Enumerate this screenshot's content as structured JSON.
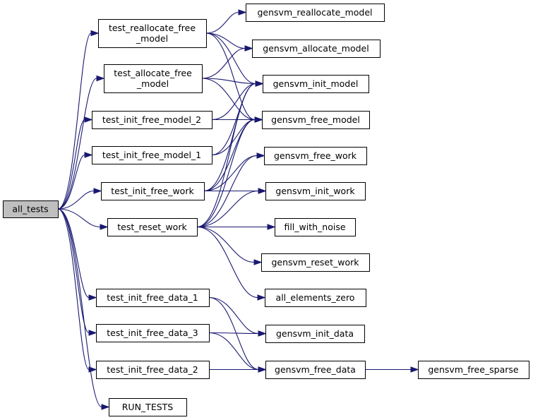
{
  "graph": {
    "colors": {
      "edge": "#191970",
      "root_fill": "#bfbfbf",
      "node_fill": "#ffffff",
      "node_stroke": "#000000"
    },
    "nodes": {
      "all_tests": [
        "all_tests"
      ],
      "t_realloc": [
        "test_reallocate_free",
        "_model"
      ],
      "t_alloc": [
        "test_allocate_free",
        "_model"
      ],
      "t_init2": [
        "test_init_free_model_2"
      ],
      "t_init1": [
        "test_init_free_model_1"
      ],
      "t_work": [
        "test_init_free_work"
      ],
      "t_reset": [
        "test_reset_work"
      ],
      "t_data1": [
        "test_init_free_data_1"
      ],
      "t_data3": [
        "test_init_free_data_3"
      ],
      "t_data2": [
        "test_init_free_data_2"
      ],
      "run_tests": [
        "RUN_TESTS"
      ],
      "g_realloc": [
        "gensvm_reallocate_model"
      ],
      "g_alloc": [
        "gensvm_allocate_model"
      ],
      "g_init_model": [
        "gensvm_init_model"
      ],
      "g_free_model": [
        "gensvm_free_model"
      ],
      "g_free_work": [
        "gensvm_free_work"
      ],
      "g_init_work": [
        "gensvm_init_work"
      ],
      "fill_noise": [
        "fill_with_noise"
      ],
      "g_reset_work": [
        "gensvm_reset_work"
      ],
      "all_zero": [
        "all_elements_zero"
      ],
      "g_init_data": [
        "gensvm_init_data"
      ],
      "g_free_data": [
        "gensvm_free_data"
      ],
      "g_free_sparse": [
        "gensvm_free_sparse"
      ]
    },
    "edges": [
      [
        "all_tests",
        "t_realloc"
      ],
      [
        "all_tests",
        "t_alloc"
      ],
      [
        "all_tests",
        "t_init2"
      ],
      [
        "all_tests",
        "t_init1"
      ],
      [
        "all_tests",
        "t_work"
      ],
      [
        "all_tests",
        "t_reset"
      ],
      [
        "all_tests",
        "t_data1"
      ],
      [
        "all_tests",
        "t_data3"
      ],
      [
        "all_tests",
        "t_data2"
      ],
      [
        "all_tests",
        "run_tests"
      ],
      [
        "t_realloc",
        "g_realloc"
      ],
      [
        "t_realloc",
        "g_alloc"
      ],
      [
        "t_realloc",
        "g_init_model"
      ],
      [
        "t_realloc",
        "g_free_model"
      ],
      [
        "t_alloc",
        "g_alloc"
      ],
      [
        "t_alloc",
        "g_init_model"
      ],
      [
        "t_alloc",
        "g_free_model"
      ],
      [
        "t_init2",
        "g_init_model"
      ],
      [
        "t_init2",
        "g_free_model"
      ],
      [
        "t_init1",
        "g_init_model"
      ],
      [
        "t_init1",
        "g_free_model"
      ],
      [
        "t_work",
        "g_init_model"
      ],
      [
        "t_work",
        "g_free_model"
      ],
      [
        "t_work",
        "g_free_work"
      ],
      [
        "t_work",
        "g_init_work"
      ],
      [
        "t_reset",
        "g_init_model"
      ],
      [
        "t_reset",
        "g_free_model"
      ],
      [
        "t_reset",
        "g_free_work"
      ],
      [
        "t_reset",
        "g_init_work"
      ],
      [
        "t_reset",
        "fill_noise"
      ],
      [
        "t_reset",
        "g_reset_work"
      ],
      [
        "t_reset",
        "all_zero"
      ],
      [
        "t_data1",
        "g_init_data"
      ],
      [
        "t_data1",
        "g_free_data"
      ],
      [
        "t_data3",
        "g_init_data"
      ],
      [
        "t_data3",
        "g_free_data"
      ],
      [
        "t_data2",
        "g_free_data"
      ],
      [
        "g_free_data",
        "g_free_sparse"
      ]
    ]
  }
}
